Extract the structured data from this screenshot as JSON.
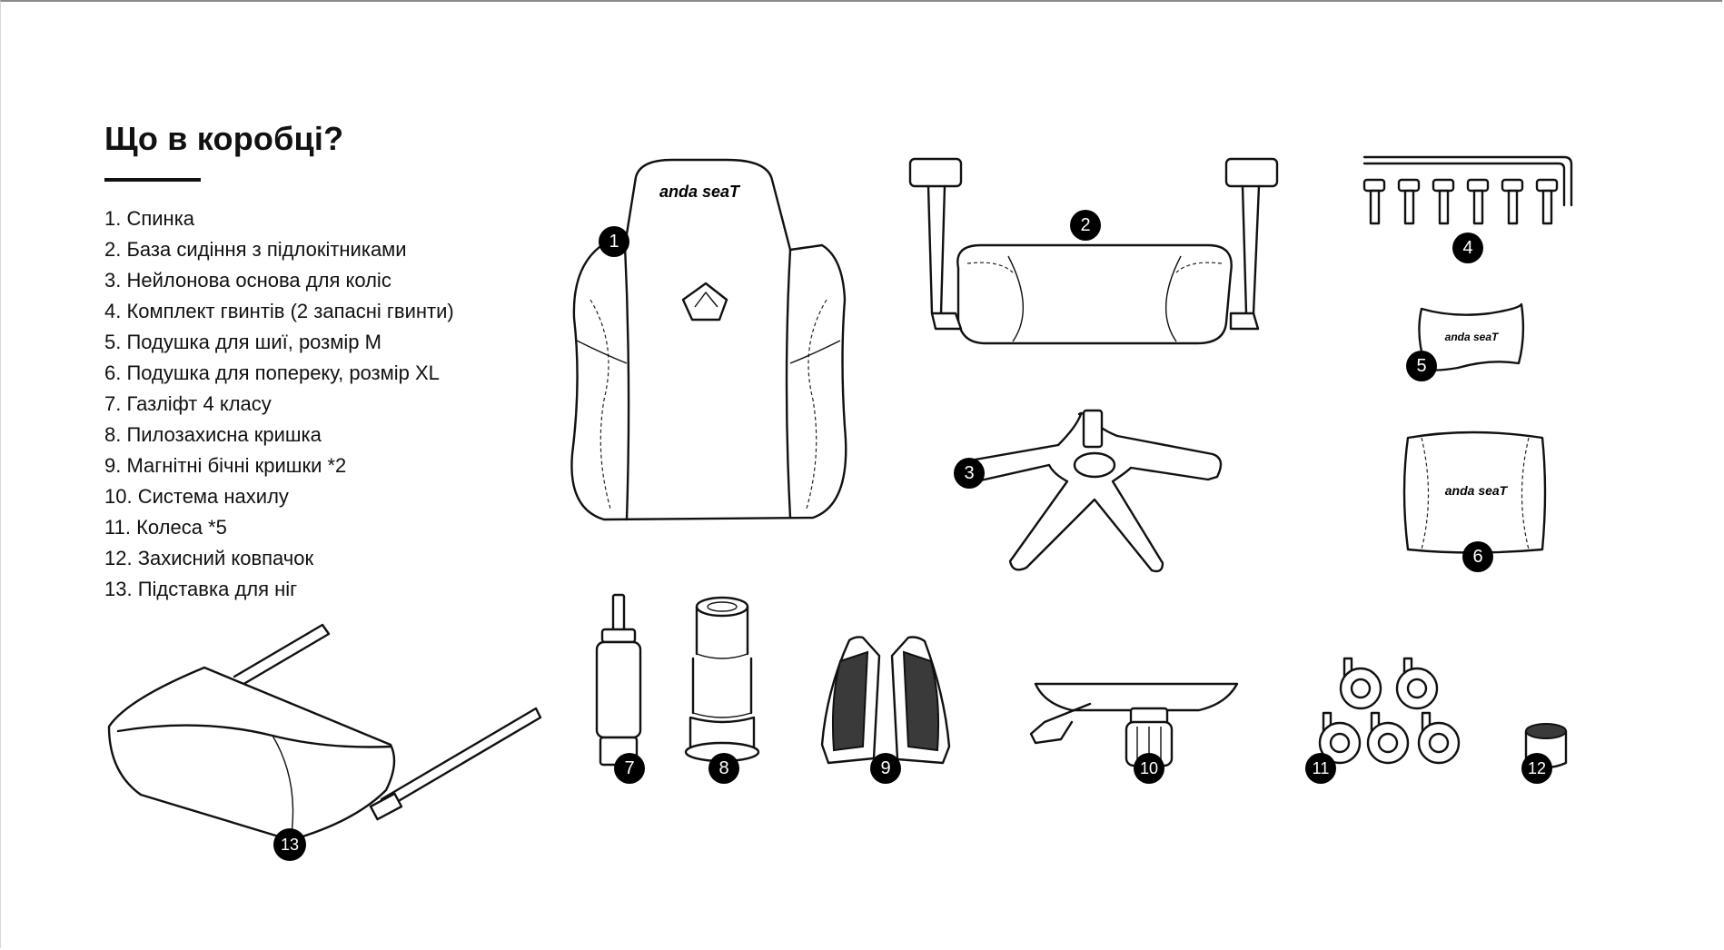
{
  "title": "Що в коробці?",
  "items": [
    "1. Спинка",
    "2. База сидіння з підлокітниками",
    "3. Нейлонова основа для коліс",
    "4. Комплект гвинтів (2 запасні гвинти)",
    "5. Подушка для шиї, розмір M",
    "6. Подушка для попереку, розмір XL",
    "7. Газліфт 4 класу",
    "8. Пилозахисна кришка",
    "9. Магнітні бічні кришки *2",
    "10. Система нахилу",
    "11. Колеса *5",
    "12. Захисний ковпачок",
    "13. Підставка для ніг"
  ],
  "badges": {
    "b1": "1",
    "b2": "2",
    "b3": "3",
    "b4": "4",
    "b5": "5",
    "b6": "6",
    "b7": "7",
    "b8": "8",
    "b9": "9",
    "b10": "10",
    "b11": "11",
    "b12": "12",
    "b13": "13"
  },
  "brand": "anda seaT",
  "colors": {
    "ink": "#111111",
    "badge": "#000000",
    "background": "#ffffff"
  }
}
